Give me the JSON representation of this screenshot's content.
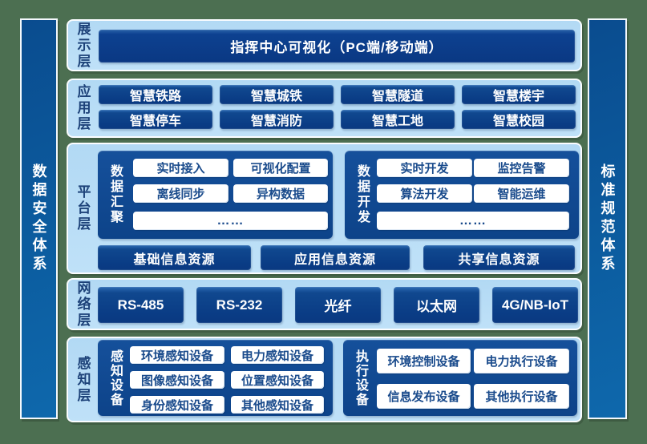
{
  "sidebars": {
    "left": "数据安全体系",
    "right": "标准规范体系"
  },
  "display_layer": {
    "label": "展示层",
    "title": "指挥中心可视化（PC端/移动端）"
  },
  "application_layer": {
    "label": "应用层",
    "apps": [
      "智慧铁路",
      "智慧城铁",
      "智慧隧道",
      "智慧楼宇",
      "智慧停车",
      "智慧消防",
      "智慧工地",
      "智慧校园"
    ]
  },
  "platform_layer": {
    "label": "平台层",
    "aggregation": {
      "title": "数据汇聚",
      "items": [
        "实时接入",
        "可视化配置",
        "离线同步",
        "异构数据"
      ],
      "ellipsis": "……"
    },
    "development": {
      "title": "数据开发",
      "items": [
        "实时开发",
        "监控告警",
        "算法开发",
        "智能运维"
      ],
      "ellipsis": "……"
    },
    "resources": [
      "基础信息资源",
      "应用信息资源",
      "共享信息资源"
    ]
  },
  "network_layer": {
    "label": "网络层",
    "protocols": [
      "RS-485",
      "RS-232",
      "光纤",
      "以太网",
      "4G/NB-IoT"
    ]
  },
  "perception_layer": {
    "label": "感知层",
    "sensing": {
      "title": "感知设备",
      "items": [
        "环境感知设备",
        "电力感知设备",
        "图像感知设备",
        "位置感知设备",
        "身份感知设备",
        "其他感知设备"
      ]
    },
    "execution": {
      "title": "执行设备",
      "items": [
        "环境控制设备",
        "电力执行设备",
        "信息发布设备",
        "其他执行设备"
      ]
    }
  },
  "colors": {
    "background_green": "#4c6f51",
    "panel_blue": "#b9ddf5",
    "button_navy": "#0d4690",
    "pill_text_navy": "#1a4b8c",
    "sidebar_blue": "#0c5c9f"
  }
}
